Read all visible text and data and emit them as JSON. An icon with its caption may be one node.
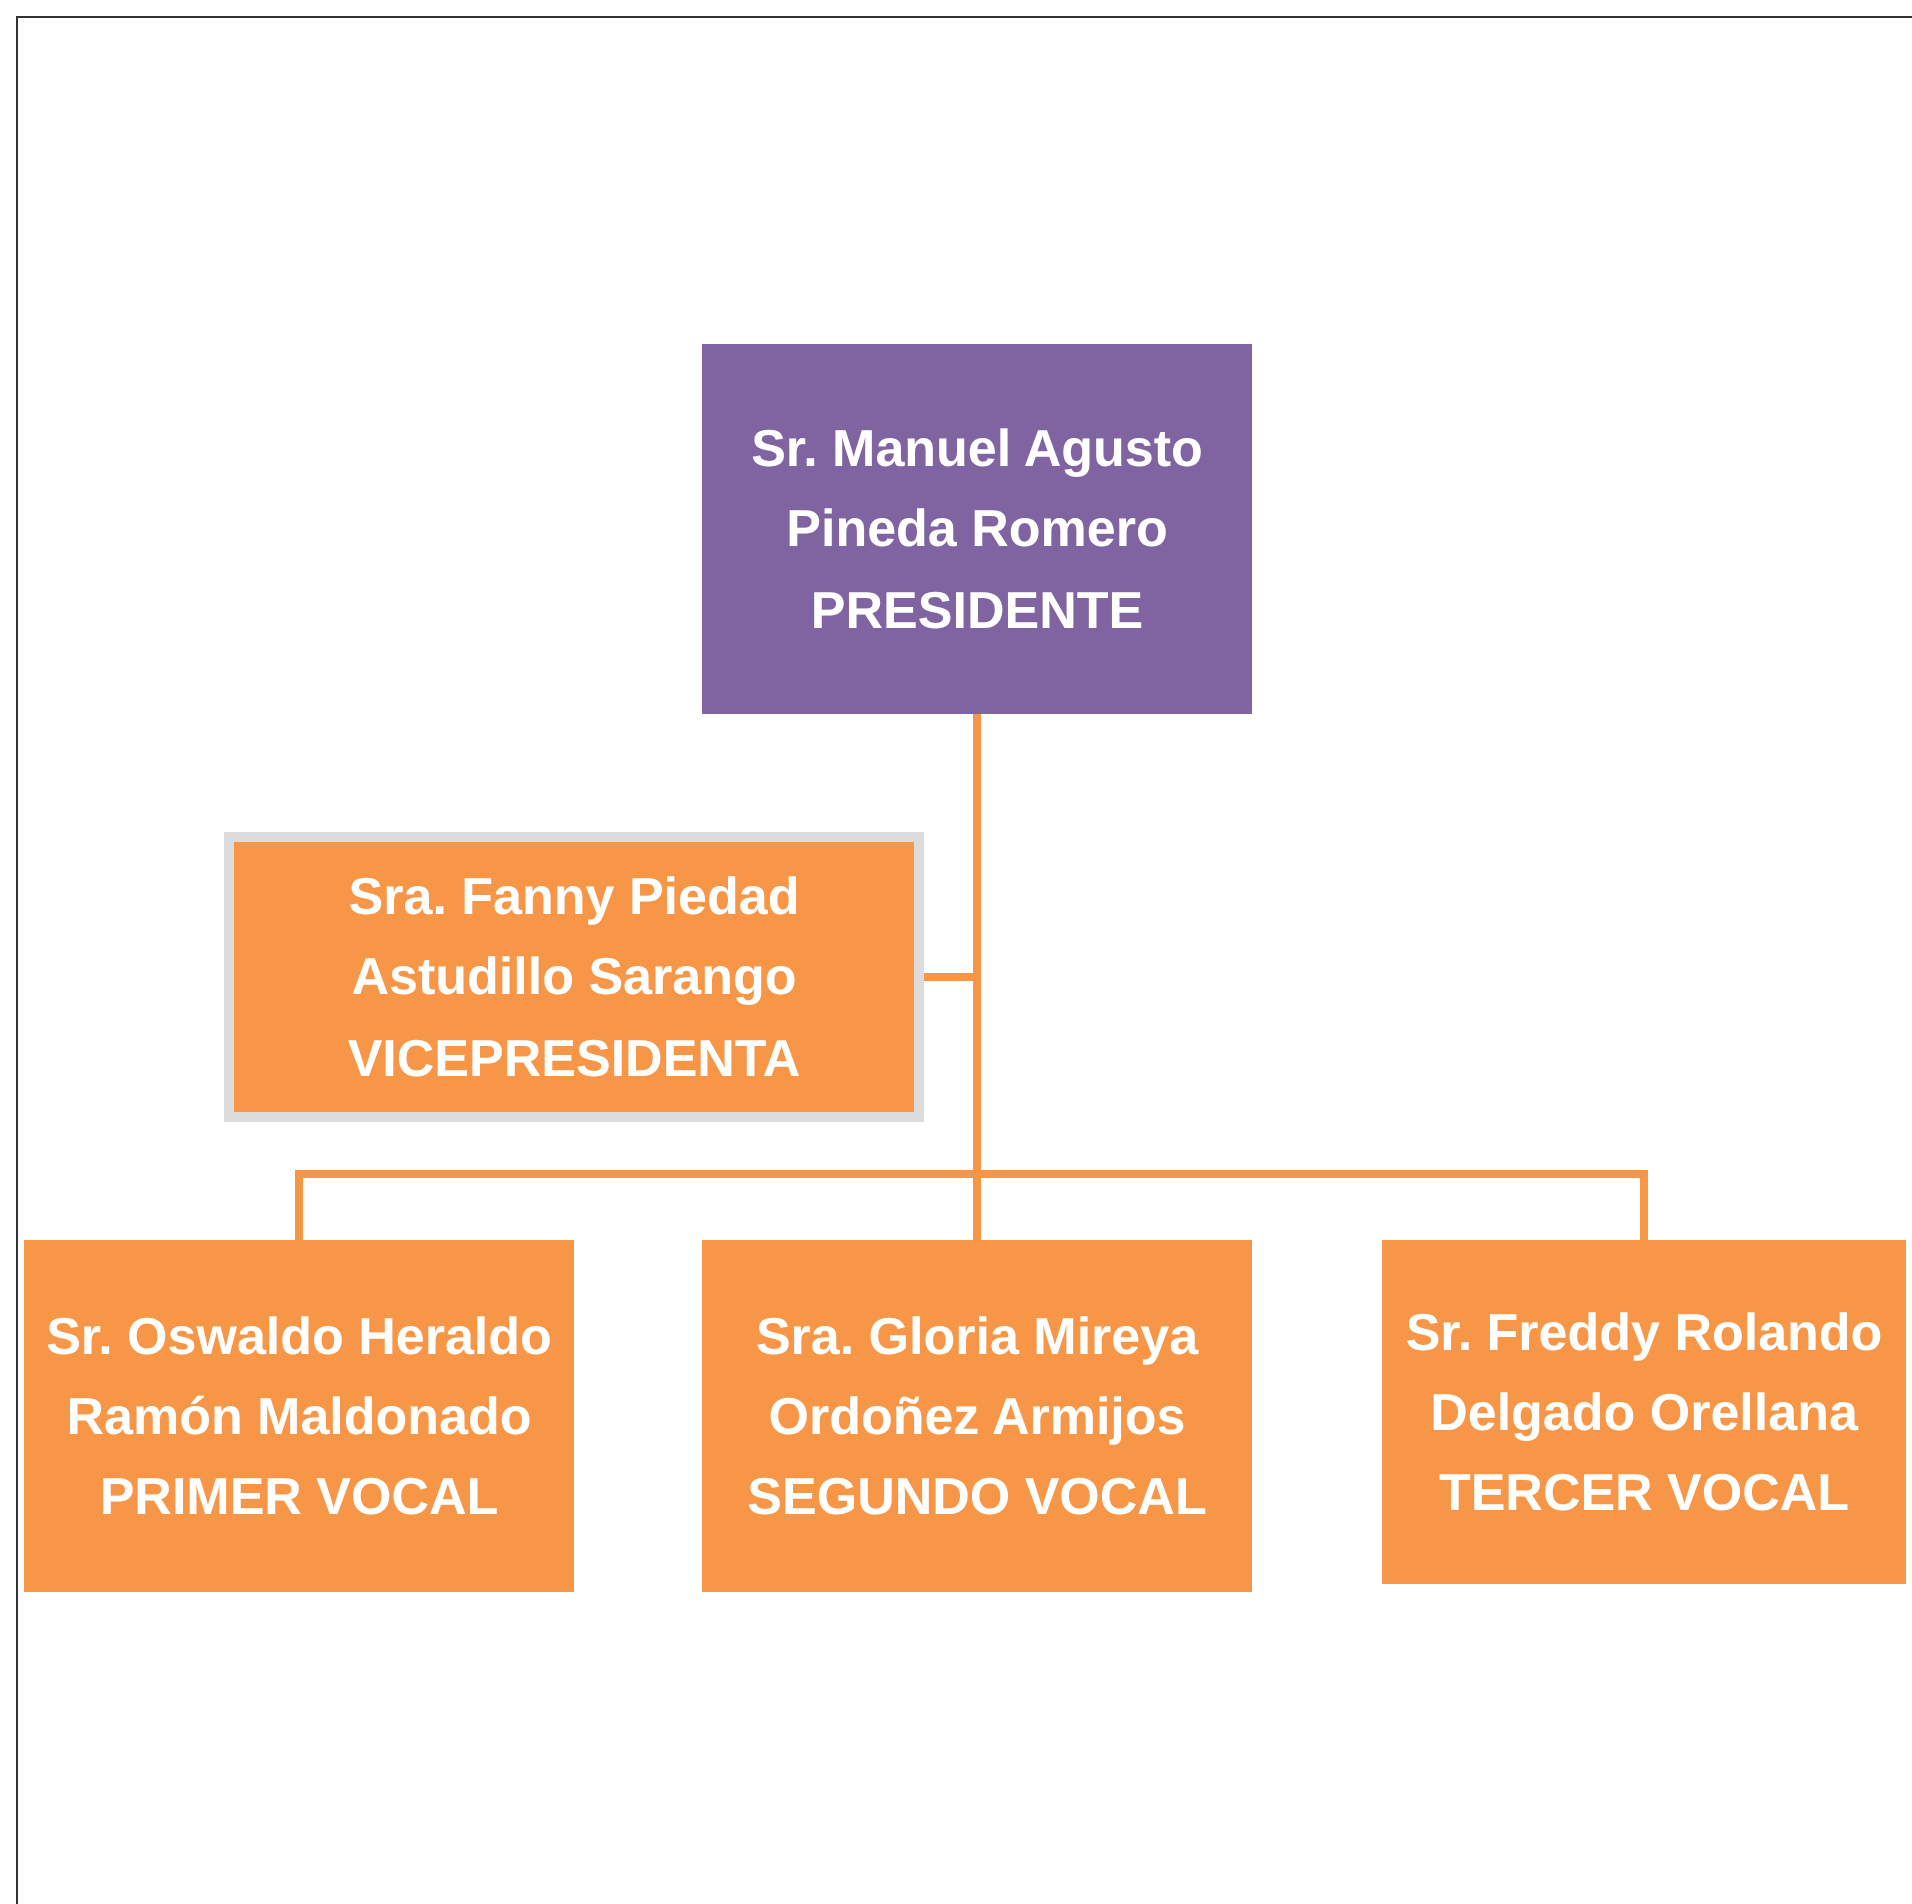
{
  "diagram": {
    "nodes": [
      {
        "text": [
          "Sr. Manuel Agusto Pineda Romero PRESIDENTE"
        ]
      },
      {
        "text": [
          "Sra. Fanny Piedad Astudillo Sarango VICEPRESIDENTA"
        ]
      },
      {
        "text": [
          "Sr. Oswaldo Heraldo Ramón Maldonado PRIMER VOCAL"
        ]
      },
      {
        "text": [
          "Sra. Gloria Mireya Ordoñez Armijos SEGUNDO VOCAL"
        ]
      },
      {
        "text": [
          "Sr. Freddy Rolando Delgado Orellana TERCER VOCAL"
        ]
      }
    ],
    "edges": [
      {
        "from": 0,
        "to": 1,
        "arrow": "none"
      },
      {
        "from": 0,
        "to": 2,
        "arrow": "none"
      },
      {
        "from": 0,
        "to": 3,
        "arrow": "none"
      },
      {
        "from": 0,
        "to": 4,
        "arrow": "none"
      }
    ]
  }
}
